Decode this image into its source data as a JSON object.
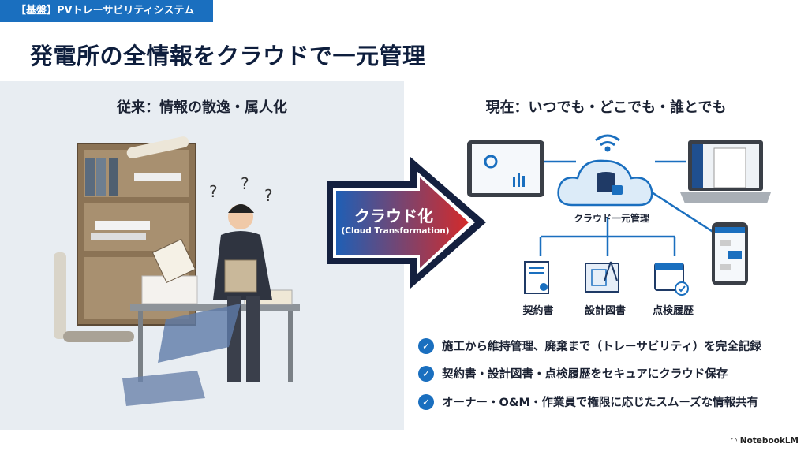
{
  "header": {
    "tag": "【基盤】PVトレーサビリティシステム",
    "title": "発電所の全情報をクラウドで一元管理"
  },
  "left": {
    "heading": "従来：情報の散逸・属人化"
  },
  "arrow": {
    "label": "クラウド化",
    "sublabel": "(Cloud Transformation)"
  },
  "right": {
    "heading": "現在：いつでも・どこでも・誰とでも",
    "cloud_label": "クラウド一元管理",
    "documents": [
      {
        "label": "契約書",
        "icon": "contract-icon"
      },
      {
        "label": "設計図書",
        "icon": "blueprint-icon"
      },
      {
        "label": "点検履歴",
        "icon": "calendar-check-icon"
      }
    ]
  },
  "bullets": [
    "施工から維持管理、廃棄まで（トレーサビリティ）を完全記録",
    "契約書・設計図書・点検履歴をセキュアにクラウド保存",
    "オーナー・O&M・作業員で権限に応じたスムーズな情報共有"
  ],
  "footer": {
    "brand": "NotebookLM"
  },
  "colors": {
    "accent": "#1a6fbf",
    "title": "#0e1e3d",
    "panel": "#e8edf2"
  }
}
